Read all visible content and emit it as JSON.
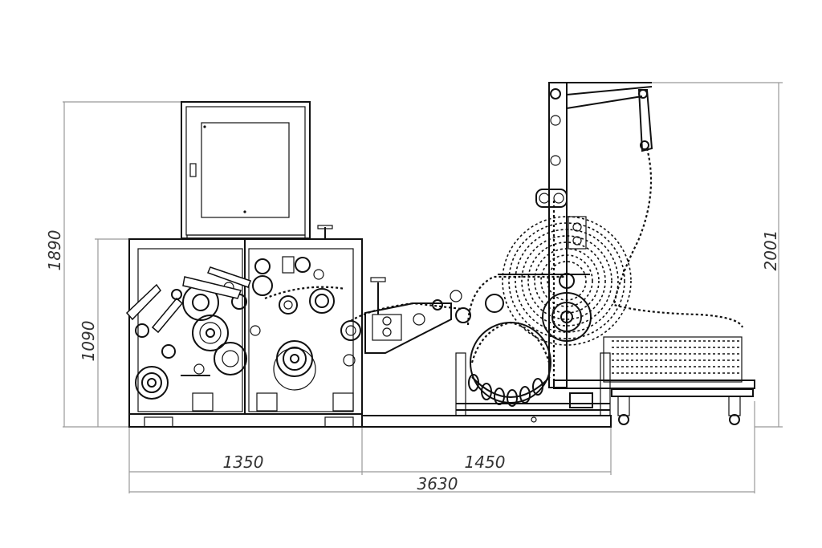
{
  "dimensions": {
    "height_left_total": "1890",
    "height_left_frame": "1090",
    "height_right_total": "2001",
    "width_section_1": "1350",
    "width_section_2": "1450",
    "width_total": "3630"
  },
  "colors": {
    "dimension_line": "#999999",
    "machine_line": "#111111",
    "background": "#ffffff"
  }
}
